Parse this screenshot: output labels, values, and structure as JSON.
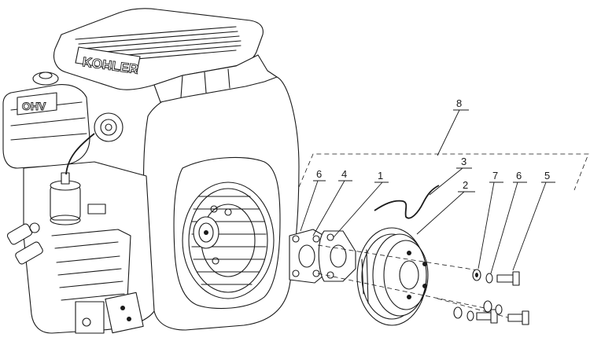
{
  "diagram": {
    "brand_logo": "KOHLER",
    "engine_badge": "OHV",
    "callouts": [
      {
        "id": "callout-1",
        "label": "1"
      },
      {
        "id": "callout-2",
        "label": "2"
      },
      {
        "id": "callout-3",
        "label": "3"
      },
      {
        "id": "callout-4",
        "label": "4"
      },
      {
        "id": "callout-5",
        "label": "5"
      },
      {
        "id": "callout-6a",
        "label": "6"
      },
      {
        "id": "callout-6b",
        "label": "6"
      },
      {
        "id": "callout-7",
        "label": "7"
      },
      {
        "id": "callout-8",
        "label": "8"
      }
    ]
  }
}
